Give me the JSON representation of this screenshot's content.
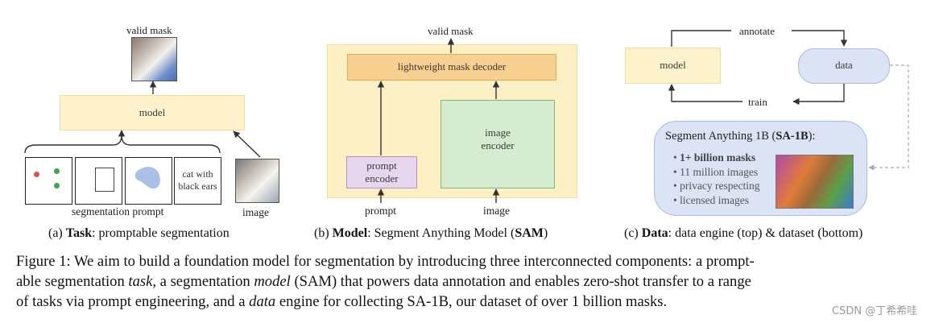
{
  "panel_a": {
    "valid_mask_label": "valid mask",
    "model_label": "model",
    "prompt_cat_line1": "cat with",
    "prompt_cat_line2": "black ears",
    "seg_prompt_label": "segmentation prompt",
    "image_label": "image",
    "caption_tag": "(a)",
    "caption_bold": "Task",
    "caption_rest": ": promptable segmentation"
  },
  "panel_b": {
    "valid_mask_label": "valid mask",
    "decoder_label": "lightweight mask decoder",
    "prompt_encoder_line1": "prompt",
    "prompt_encoder_line2": "encoder",
    "image_encoder_line1": "image",
    "image_encoder_line2": "encoder",
    "prompt_label": "prompt",
    "image_label": "image",
    "caption_tag": "(b)",
    "caption_bold": "Model",
    "caption_mid": ": Segment Anything Model (",
    "caption_bold2": "SAM",
    "caption_end": ")"
  },
  "panel_c": {
    "annotate_label": "annotate",
    "model_label": "model",
    "data_label": "data",
    "train_label": "train",
    "dataset_title": "Segment Anything 1B (",
    "dataset_title_bold": "SA-1B",
    "dataset_title_end": "):",
    "bullets": [
      "1+ billion masks",
      "11 million images",
      "privacy respecting",
      "licensed images"
    ],
    "caption_tag": "(c)",
    "caption_bold": "Data",
    "caption_rest": ": data engine (top) & dataset (bottom)"
  },
  "figure_caption": {
    "line1": "Figure 1: We aim to build a foundation model for segmentation by introducing three interconnected components: a prompt-",
    "line2_a": "able segmentation ",
    "line2_task": "task",
    "line2_b": ", a segmentation ",
    "line2_model": "model",
    "line2_c": " (SAM) that powers data annotation and enables zero-shot transfer to a range",
    "line3_a": "of tasks via prompt engineering, and a ",
    "line3_data": "data",
    "line3_b": " engine for collecting SA-1B, our dataset of over 1 billion masks."
  },
  "watermark": "CSDN @丁希希哇",
  "colors": {
    "model_fill": "#fdf2cc",
    "decoder_fill": "#f7cf8e",
    "sam_bg": "#fdf0c4",
    "image_encoder_fill": "#d6ecd0",
    "prompt_encoder_fill": "#e7d7ee",
    "data_fill": "#dbe3f5"
  }
}
